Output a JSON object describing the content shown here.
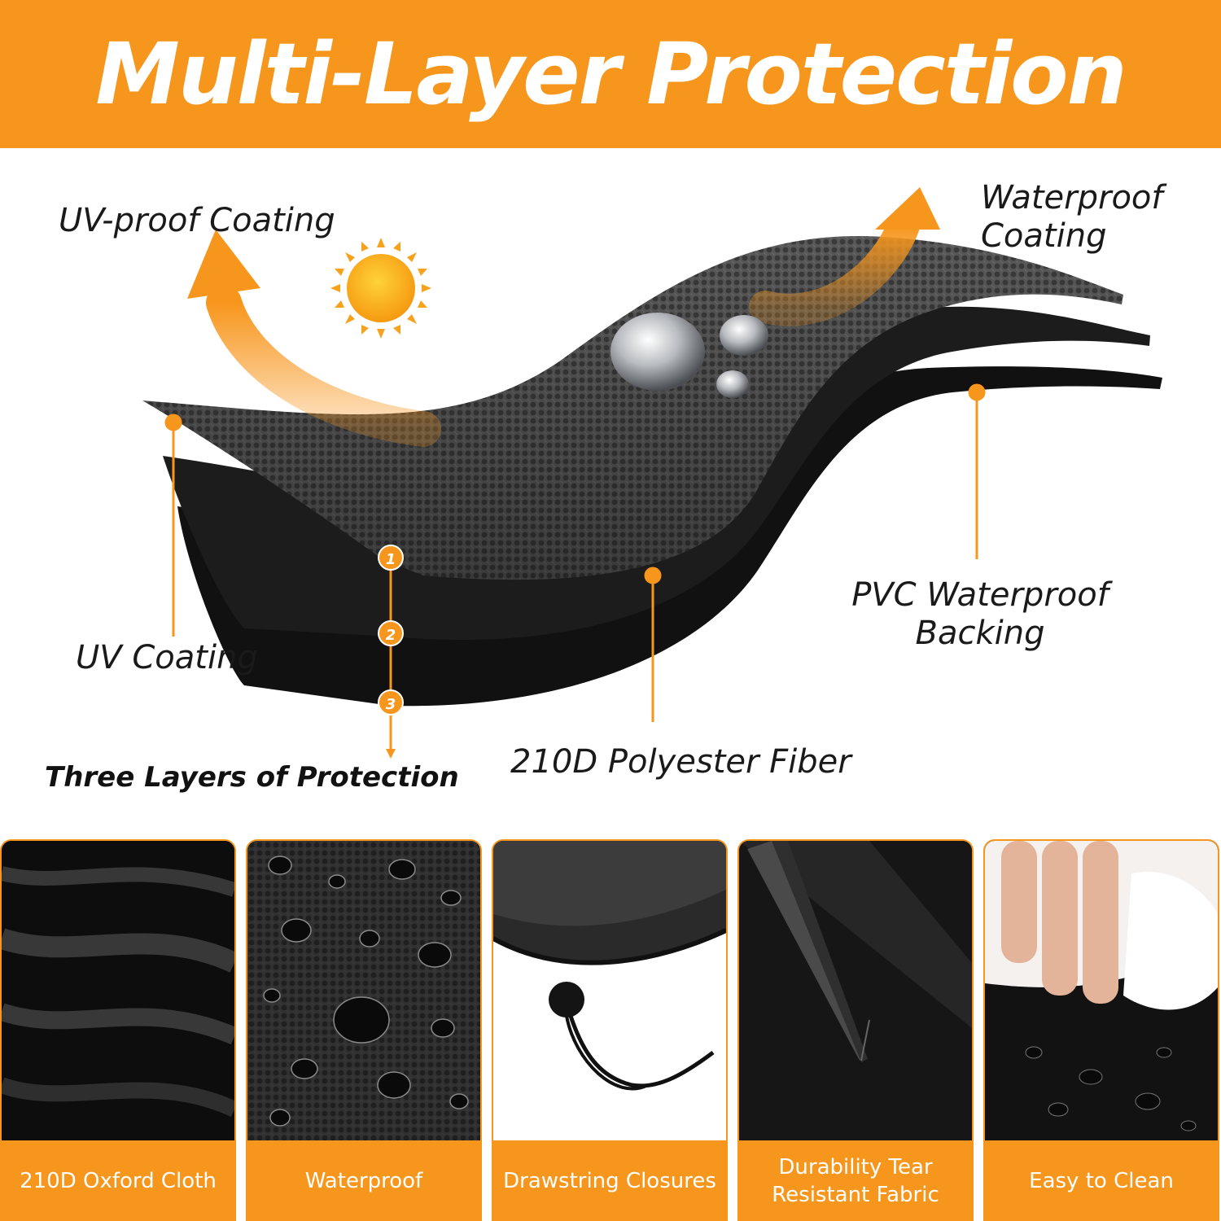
{
  "banner": {
    "title": "Multi-Layer Protection"
  },
  "diagram": {
    "labels": {
      "uv_proof": "UV-proof Coating",
      "waterproof_line1": "Waterproof",
      "waterproof_line2": "Coating",
      "uv_coating": "UV Coating",
      "pvc_line1": "PVC Waterproof",
      "pvc_line2": "Backing",
      "polyester": "210D Polyester Fiber",
      "three_layers": "Three Layers of Protection"
    },
    "layer_markers": [
      "1",
      "2",
      "3"
    ],
    "icons": [
      "sun-icon",
      "water-droplet-icon",
      "arrow-up-icon"
    ]
  },
  "features": [
    {
      "line1": "210D Oxford Cloth",
      "line2": ""
    },
    {
      "line1": "Waterproof",
      "line2": ""
    },
    {
      "line1": "Drawstring Closures",
      "line2": ""
    },
    {
      "line1": "Durability Tear",
      "line2": "Resistant Fabric"
    },
    {
      "line1": "Easy to Clean",
      "line2": ""
    }
  ],
  "colors": {
    "accent": "#f7961d",
    "fabric_gray": "#5a5a5a",
    "fabric_black": "#161616",
    "text": "#1a1a1a"
  }
}
